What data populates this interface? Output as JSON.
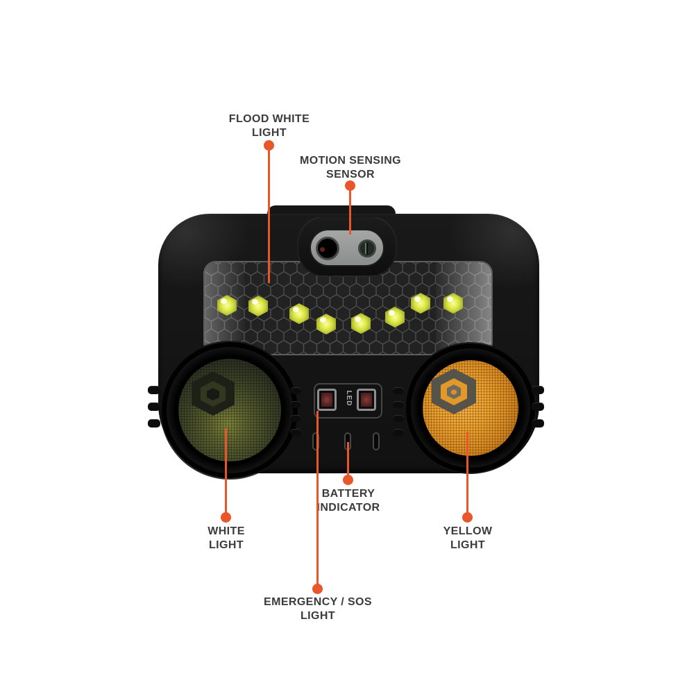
{
  "colors": {
    "accent": "#e8562c",
    "label_text": "#3b3b3b",
    "led_chip": "#dce94e",
    "lens_amber": "#eda22f",
    "lens_olive": "#5d6330",
    "body_black": "#141414",
    "sensor_gray": "#9a9d9b"
  },
  "callouts": {
    "flood_white": {
      "label": "FLOOD WHITE\nLIGHT"
    },
    "motion_sensor": {
      "label": "MOTION SENSING\nSENSOR"
    },
    "white_light": {
      "label": "WHITE\nLIGHT"
    },
    "battery_indicator": {
      "label": "BATTERY\nINDICATOR"
    },
    "yellow_light": {
      "label": "YELLOW\nLIGHT"
    },
    "emergency_sos": {
      "label": "EMERGENCY / SOS\nLIGHT"
    }
  },
  "device": {
    "center_label": "LED"
  }
}
